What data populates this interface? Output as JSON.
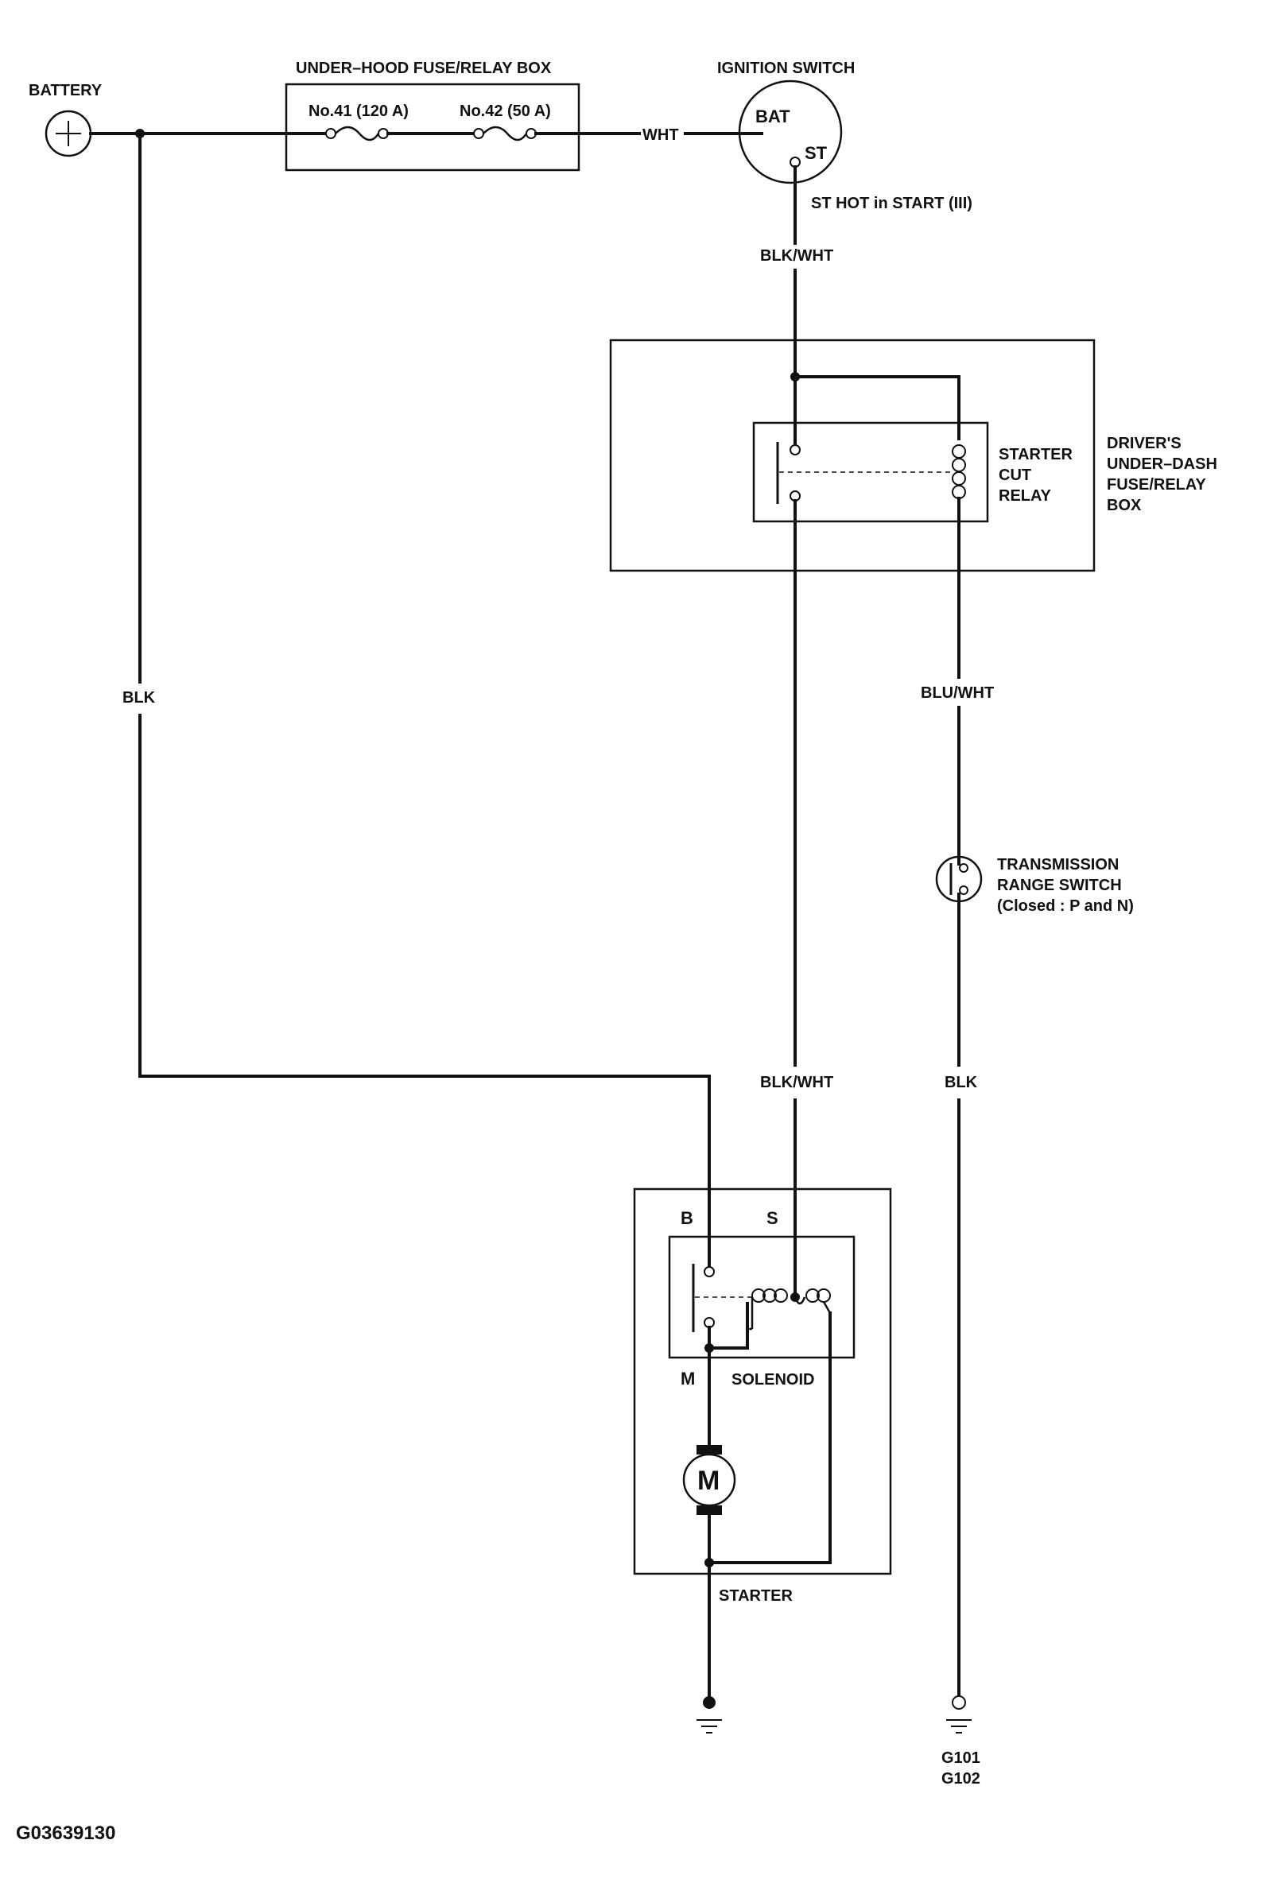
{
  "components": {
    "battery": {
      "label": "BATTERY"
    },
    "fuse_box": {
      "label": "UNDER–HOOD FUSE/RELAY BOX",
      "fuse1": "No.41 (120 A)",
      "fuse2": "No.42 (50 A)"
    },
    "ignition_switch": {
      "label": "IGNITION SWITCH",
      "terminal_bat": "BAT",
      "terminal_st": "ST",
      "note": "ST HOT in START (III)"
    },
    "under_dash_box": {
      "label_lines": [
        "DRIVER'S",
        "UNDER–DASH",
        "FUSE/RELAY",
        "BOX"
      ]
    },
    "starter_cut_relay": {
      "label_lines": [
        "STARTER",
        "CUT",
        "RELAY"
      ]
    },
    "transmission_range_switch": {
      "label_lines": [
        "TRANSMISSION",
        "RANGE SWITCH",
        "(Closed : P and N)"
      ]
    },
    "starter": {
      "label": "STARTER",
      "terminal_b": "B",
      "terminal_s": "S",
      "terminal_m": "M",
      "solenoid_label": "SOLENOID",
      "motor_symbol": "M"
    },
    "grounds": {
      "right_line1": "G101",
      "right_line2": "G102"
    }
  },
  "wires": {
    "battery_to_fuse": "WHT",
    "st_to_relay": "BLK/WHT",
    "battery_to_starter": "BLK",
    "relay_coil_to_range_switch": "BLU/WHT",
    "relay_to_solenoid": "BLK/WHT",
    "range_switch_to_ground": "BLK"
  },
  "footer": {
    "figure_id": "G03639130"
  }
}
